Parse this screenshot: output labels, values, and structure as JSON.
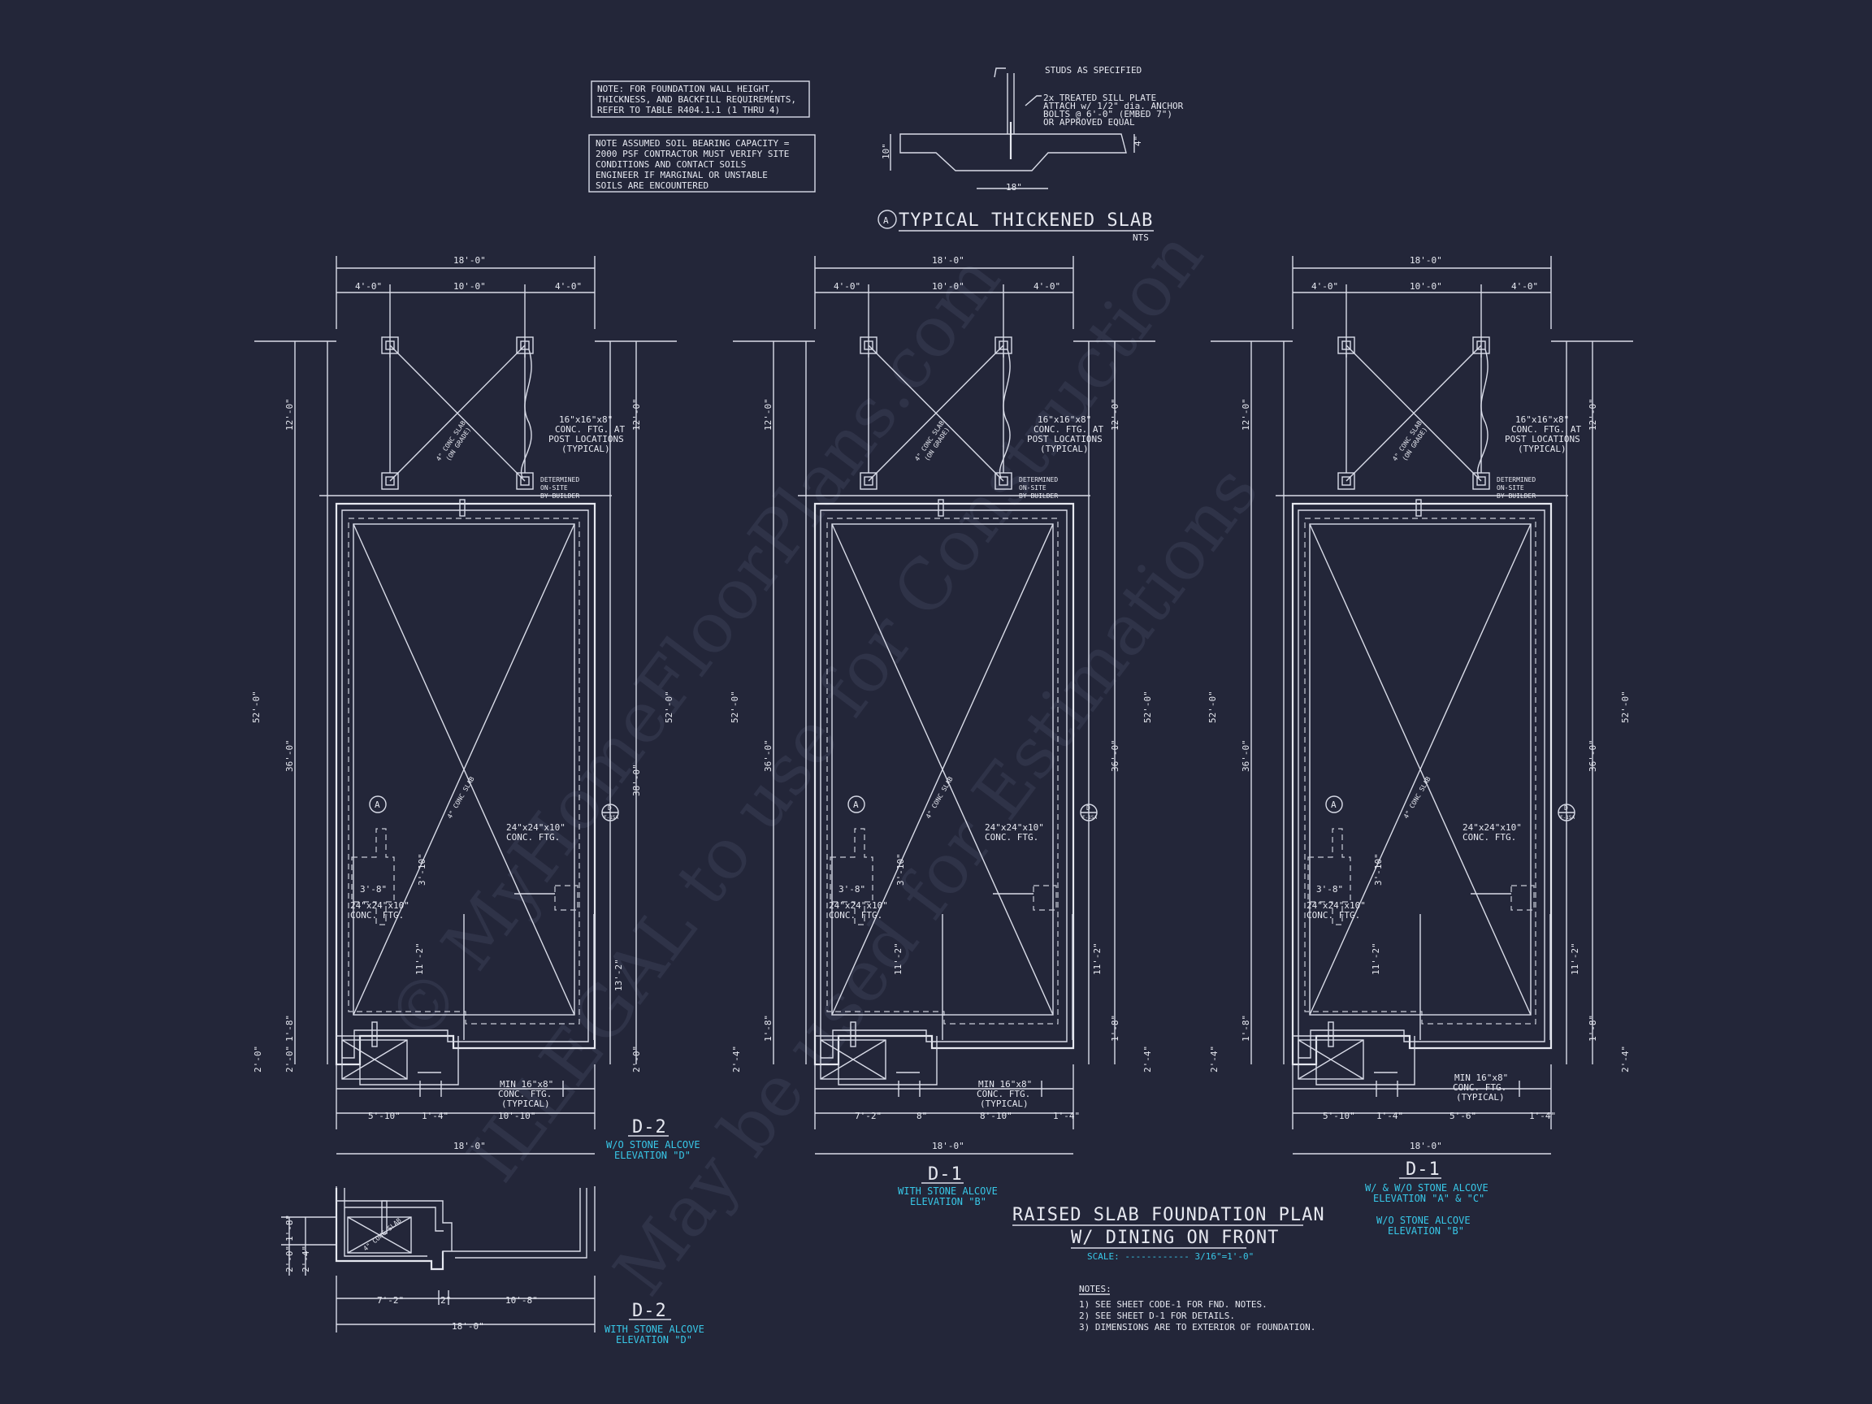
{
  "notes_box": {
    "note1": [
      "NOTE: FOR FOUNDATION WALL HEIGHT,",
      "THICKNESS, AND BACKFILL REQUIREMENTS,",
      "REFER TO TABLE R404.1.1 (1 THRU 4)"
    ],
    "note2": [
      "NOTE ASSUMED SOIL BEARING CAPACITY =",
      "2000 PSF CONTRACTOR MUST VERIFY SITE",
      "CONDITIONS AND CONTACT SOILS",
      "ENGINEER IF MARGINAL OR UNSTABLE",
      "SOILS ARE ENCOUNTERED"
    ]
  },
  "detail": {
    "studs": "STUDS AS SPECIFIED",
    "sill": [
      "2x TREATED SILL PLATE",
      "ATTACH w/ 1/2\" dia. ANCHOR",
      "BOLTS @ 6'-0\" (EMBED 7\")",
      "OR APPROVED EQUAL"
    ],
    "dim_18": "18\"",
    "dim_10": "10\"",
    "dim_4": "4\"",
    "tag": "A",
    "title": "TYPICAL THICKENED SLAB",
    "nts": "NTS"
  },
  "plan_labels": {
    "overall_w": "18'-0\"",
    "left_4": "4'-0\"",
    "mid_10": "10'-0\"",
    "right_4": "4'-0\"",
    "v12": "12'-0\"",
    "v52": "52'-0\"",
    "v36": "36'-0\"",
    "v38": "38'-0\"",
    "v1_8": "1'-8\"",
    "v2_4": "2'-4\"",
    "v2_0": "2'-0\"",
    "v11_2": "11'-2\"",
    "v13_2": "13'-2\"",
    "d3_10": "3'-10\"",
    "d3_8": "3'-8\"",
    "conc16": [
      "16\"x16\"x8\"",
      "CONC. FTG. AT",
      "POST LOCATIONS",
      "(TYPICAL)"
    ],
    "determined": [
      "DETERMINED",
      "ON-SITE",
      "BY BUILDER"
    ],
    "slab_diag": "4\" CONC SLAB",
    "on_grade": "(ON GRADE)",
    "ftg24": [
      "24\"x24\"x10\"",
      "CONC. FTG."
    ],
    "min16": [
      "MIN 16\"x8\"",
      "CONC. FTG.",
      "(TYPICAL)"
    ],
    "tag_a": "A",
    "tag_d": "D",
    "tag_d_sub": "F-15A"
  },
  "plans": [
    {
      "code": "D-2",
      "desc": [
        "W/O STONE ALCOVE",
        "ELEVATION \"D\""
      ],
      "bottom": [
        "5'-10\"",
        "1'-4\"",
        "10'-10\""
      ]
    },
    {
      "code": "D-1",
      "desc": [
        "WITH STONE ALCOVE",
        "ELEVATION \"B\""
      ],
      "bottom": [
        "7'-2\"",
        "8\"",
        "8'-10\"",
        "1'-4\""
      ]
    },
    {
      "code": "D-1",
      "desc": [
        "W/ & W/O STONE ALCOVE",
        "ELEVATION \"A\" & \"C\"",
        "",
        "W/O STONE ALCOVE",
        "ELEVATION \"B\""
      ],
      "bottom": [
        "5'-10\"",
        "1'-4\"",
        "5'-6\"",
        "1'-4\""
      ]
    }
  ],
  "small_plan": {
    "code": "D-2",
    "desc": [
      "WITH STONE ALCOVE",
      "ELEVATION \"D\""
    ],
    "bottom": [
      "7'-2\"",
      "2\"",
      "10'-8\""
    ],
    "overall": "18'-0\""
  },
  "main_title": {
    "line1": "RAISED SLAB FOUNDATION PLAN",
    "line2": "W/ DINING ON FRONT",
    "scale": "SCALE: ------------ 3/16\"=1'-0\""
  },
  "notes": {
    "heading": "NOTES:",
    "items": [
      "1) SEE SHEET CODE-1 FOR FND. NOTES.",
      "2) SEE SHEET D-1 FOR DETAILS.",
      "3) DIMENSIONS ARE TO EXTERIOR OF FOUNDATION."
    ]
  },
  "watermark": {
    "line1": "© MyHomeFloorPlans.com",
    "line2": "ILLEGAL to use for Construction",
    "line3": "May be used for Estimations"
  },
  "colors": {
    "background": "#232639",
    "line": "#e6e8f0",
    "accent": "#38c8e8",
    "watermark": "#3a3e55"
  }
}
